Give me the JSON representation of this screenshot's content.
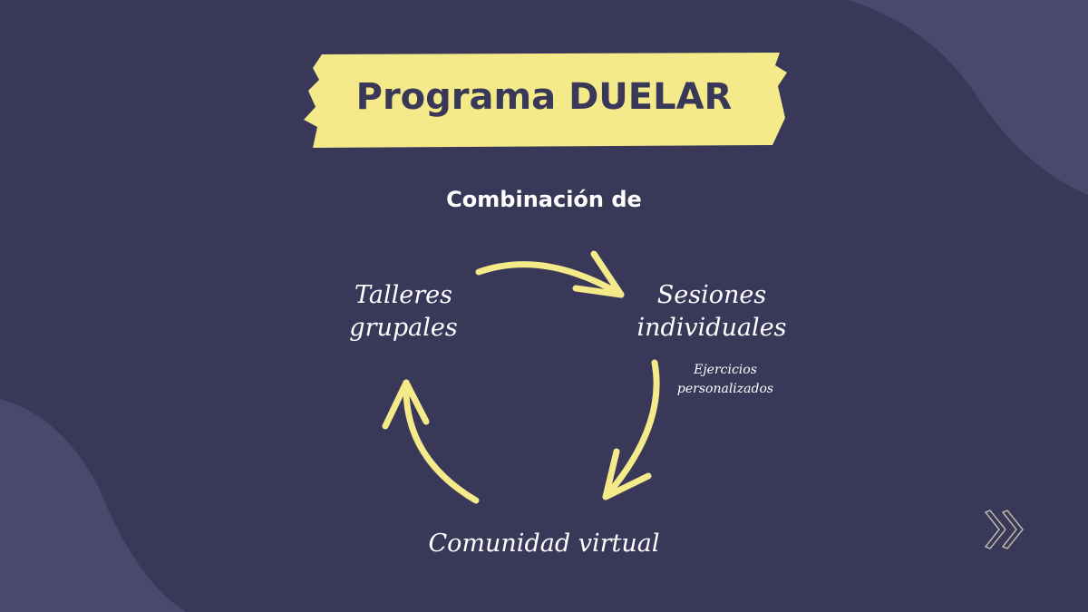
{
  "title": "Programa DUELAR",
  "subtitle": "Combinación de",
  "nodes": {
    "talleres": "Talleres grupales",
    "sesiones": "Sesiones individuales",
    "comunidad": "Comunidad virtual"
  },
  "note": "Ejercicios personalizados",
  "colors": {
    "background": "#393859",
    "accent": "#f5ea8a",
    "blob": "#4a496d"
  },
  "icons": {
    "next": "double-chevron-right-icon"
  }
}
